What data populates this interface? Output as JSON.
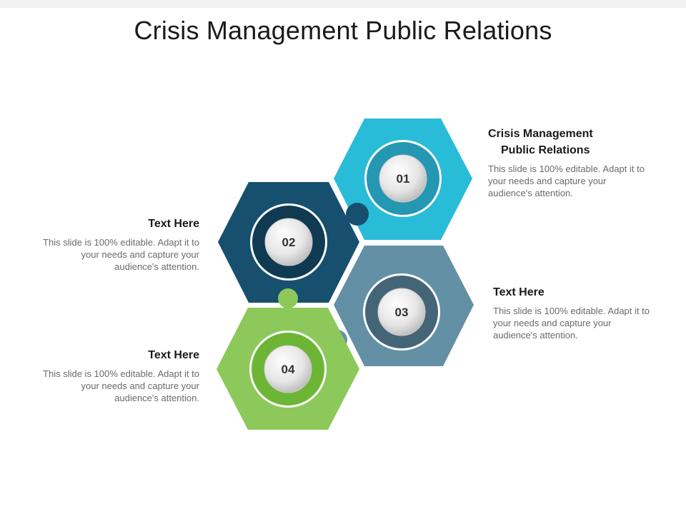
{
  "title": "Crisis Management Public Relations",
  "colors": {
    "hex01": "#29bcd9",
    "hex02": "#17506e",
    "hex03": "#6490a6",
    "hex04": "#8dc95a"
  },
  "items": [
    {
      "number": "01",
      "heading_line1": "Crisis Management",
      "heading_line2": "Public Relations",
      "body": "This slide is 100% editable. Adapt it to your needs and capture your audience's attention."
    },
    {
      "number": "02",
      "heading": "Text Here",
      "body": "This slide is 100% editable. Adapt it to your needs and capture your audience's attention."
    },
    {
      "number": "03",
      "heading": "Text Here",
      "body": "This slide is 100% editable. Adapt it to your needs and capture your audience's attention."
    },
    {
      "number": "04",
      "heading": "Text Here",
      "body": "This slide is 100% editable. Adapt it to your needs and capture your audience's attention."
    }
  ]
}
